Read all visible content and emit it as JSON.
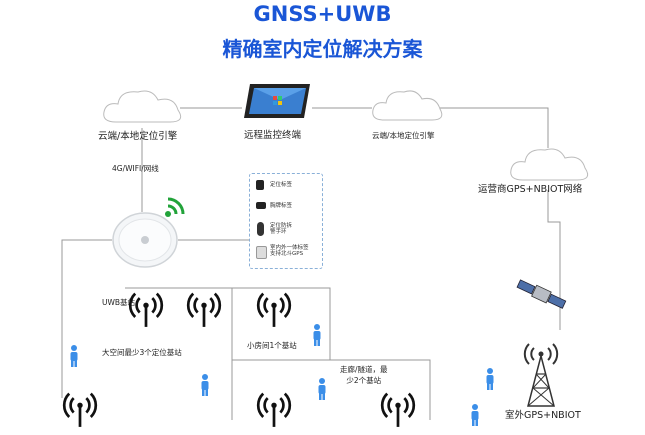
{
  "title": {
    "line1": "GNSS+UWB",
    "line2": "精确室内定位解决方案"
  },
  "clouds": {
    "left": "云端/本地定位引擎",
    "middle": "云端/本地定位引擎",
    "right": "运营商GPS+NBIOT网络"
  },
  "terminal_label": "远程监控终端",
  "link_label": "4G/WIFI/网线",
  "tags": [
    {
      "label": "定位标签"
    },
    {
      "label": "胸牌标签"
    },
    {
      "label": "定位防拆\n警手环"
    },
    {
      "label": "室内外一体标签\n支持北斗GPS"
    }
  ],
  "uwb_label": "UWB基站",
  "zones": {
    "large": "大空间最少3个定位基站",
    "small_room": "小房间1个基站",
    "corridor": "走廊/隧道，最\n少2个基站"
  },
  "outdoor_label": "室外GPS+NBIOT",
  "colors": {
    "title": "#1a56d6",
    "person": "#3b8ee8",
    "wifi": "#22a33a"
  }
}
